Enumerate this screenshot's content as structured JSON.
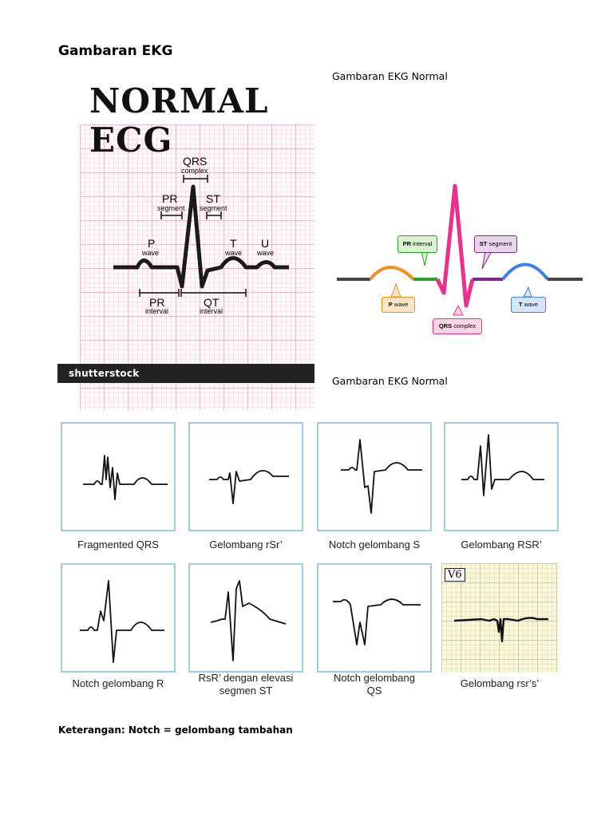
{
  "page": {
    "heading": "Gambaran EKG",
    "caption_1": "Gambaran EKG Normal",
    "caption_2": "Gambaran EKG Normal",
    "note": "Keterangan: Notch = gelombang tambahan"
  },
  "figure_normal_ecg": {
    "title": "NORMAL ECG",
    "labels": {
      "qrs": "QRS",
      "qrs_sub": "complex",
      "pr_seg": "PR",
      "pr_seg_sub": "segment",
      "st_seg": "ST",
      "st_seg_sub": "segment",
      "p": "P",
      "p_sub": "wave",
      "t": "T",
      "t_sub": "wave",
      "u": "U",
      "u_sub": "wave",
      "pr_int": "PR",
      "pr_int_sub": "interval",
      "qt": "QT",
      "qt_sub": "interval"
    },
    "watermark": "shutterstock"
  },
  "figure_colored_ecg": {
    "labels": {
      "pr_interval_b": "PR",
      "pr_interval": "interval",
      "st_segment_b": "ST",
      "st_segment": "segment",
      "p_wave_b": "P",
      "p_wave": "wave",
      "t_wave_b": "T",
      "t_wave": "wave",
      "qrs_b": "QRS",
      "qrs": "complex"
    },
    "colors": {
      "baseline": "#444444",
      "p_wave": "#f0901c",
      "pr_segment": "#2aa02a",
      "qrs": "#ec2f8c",
      "st_segment": "#7b2a8c",
      "t_wave": "#3d7ee8"
    }
  },
  "panels": [
    {
      "label": "Fragmented QRS"
    },
    {
      "label": "Gelombang rSr’"
    },
    {
      "label": "Notch gelombang S"
    },
    {
      "label": "Gelombang RSR’"
    },
    {
      "label": "Notch gelombang R"
    },
    {
      "label_1": "RsR’ dengan elevasi",
      "label_2": "segmen ST"
    },
    {
      "label_1": "Notch gelombang",
      "label_2": "QS"
    },
    {
      "label": "Gelombang rsr’s’",
      "lead": "V6"
    }
  ]
}
